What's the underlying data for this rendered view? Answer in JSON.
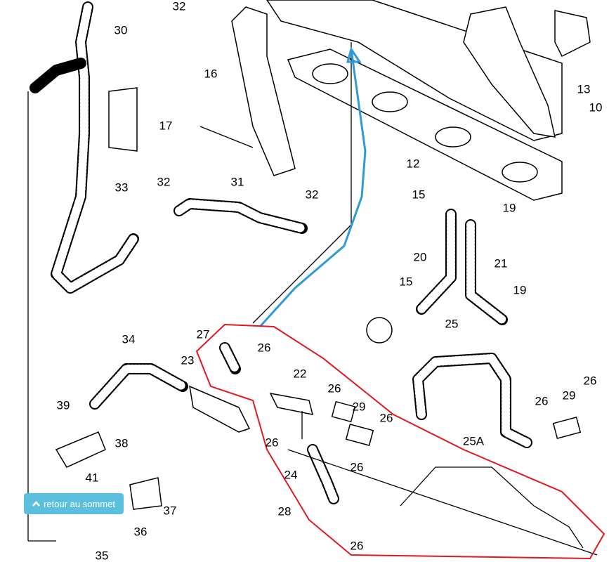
{
  "labels": [
    "32",
    "30",
    "16",
    "17",
    "33",
    "32",
    "31",
    "32",
    "12",
    "15",
    "19",
    "20",
    "21",
    "15",
    "19",
    "25",
    "34",
    "27",
    "26",
    "23",
    "22",
    "26",
    "29",
    "26",
    "26",
    "29",
    "26",
    "39",
    "38",
    "26",
    "25A",
    "26",
    "24",
    "41",
    "36",
    "37",
    "28",
    "26",
    "35",
    "13",
    "10"
  ],
  "back_to_top": {
    "icon": "caret-up-icon",
    "label": "retour au sommet"
  },
  "colors": {
    "highlight_outline": "#e0191f",
    "highlight_line": "#2f9ad8",
    "button": "#5bc0de"
  }
}
